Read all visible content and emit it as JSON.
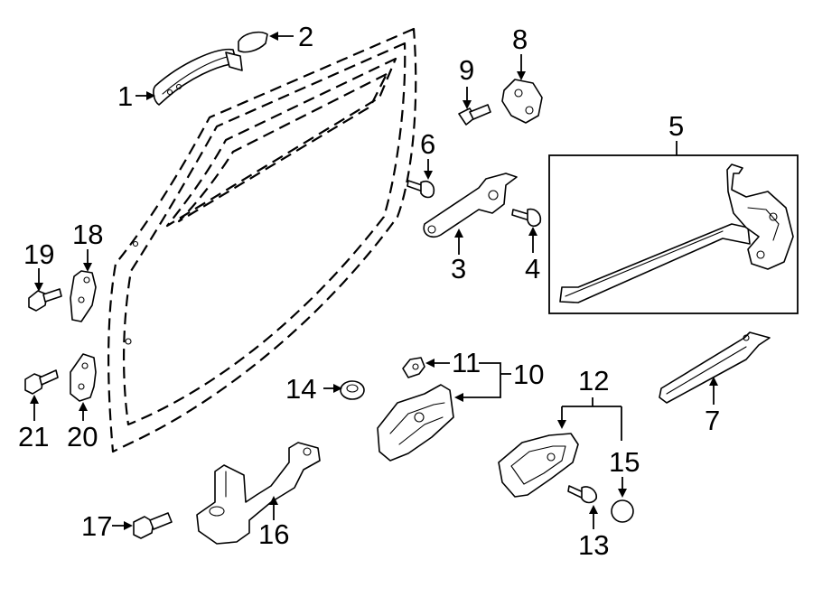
{
  "callouts": {
    "c1": "1",
    "c2": "2",
    "c3": "3",
    "c4": "4",
    "c5": "5",
    "c6": "6",
    "c7": "7",
    "c8": "8",
    "c9": "9",
    "c10": "10",
    "c11": "11",
    "c12": "12",
    "c13": "13",
    "c14": "14",
    "c15": "15",
    "c16": "16",
    "c17": "17",
    "c18": "18",
    "c19": "19",
    "c20": "20",
    "c21": "21"
  },
  "parts": [
    "outside-door-handle",
    "handle-cover",
    "check-link-bracket",
    "bolt",
    "door-lock-assembly",
    "screw",
    "lock-rod",
    "striker",
    "striker-bolt",
    "inside-handle-assembly",
    "clip",
    "inside-handle-bezel",
    "screw",
    "grommet",
    "cap",
    "door-check",
    "bolt",
    "upper-hinge",
    "hinge-bolt",
    "lower-hinge",
    "hinge-bolt"
  ]
}
